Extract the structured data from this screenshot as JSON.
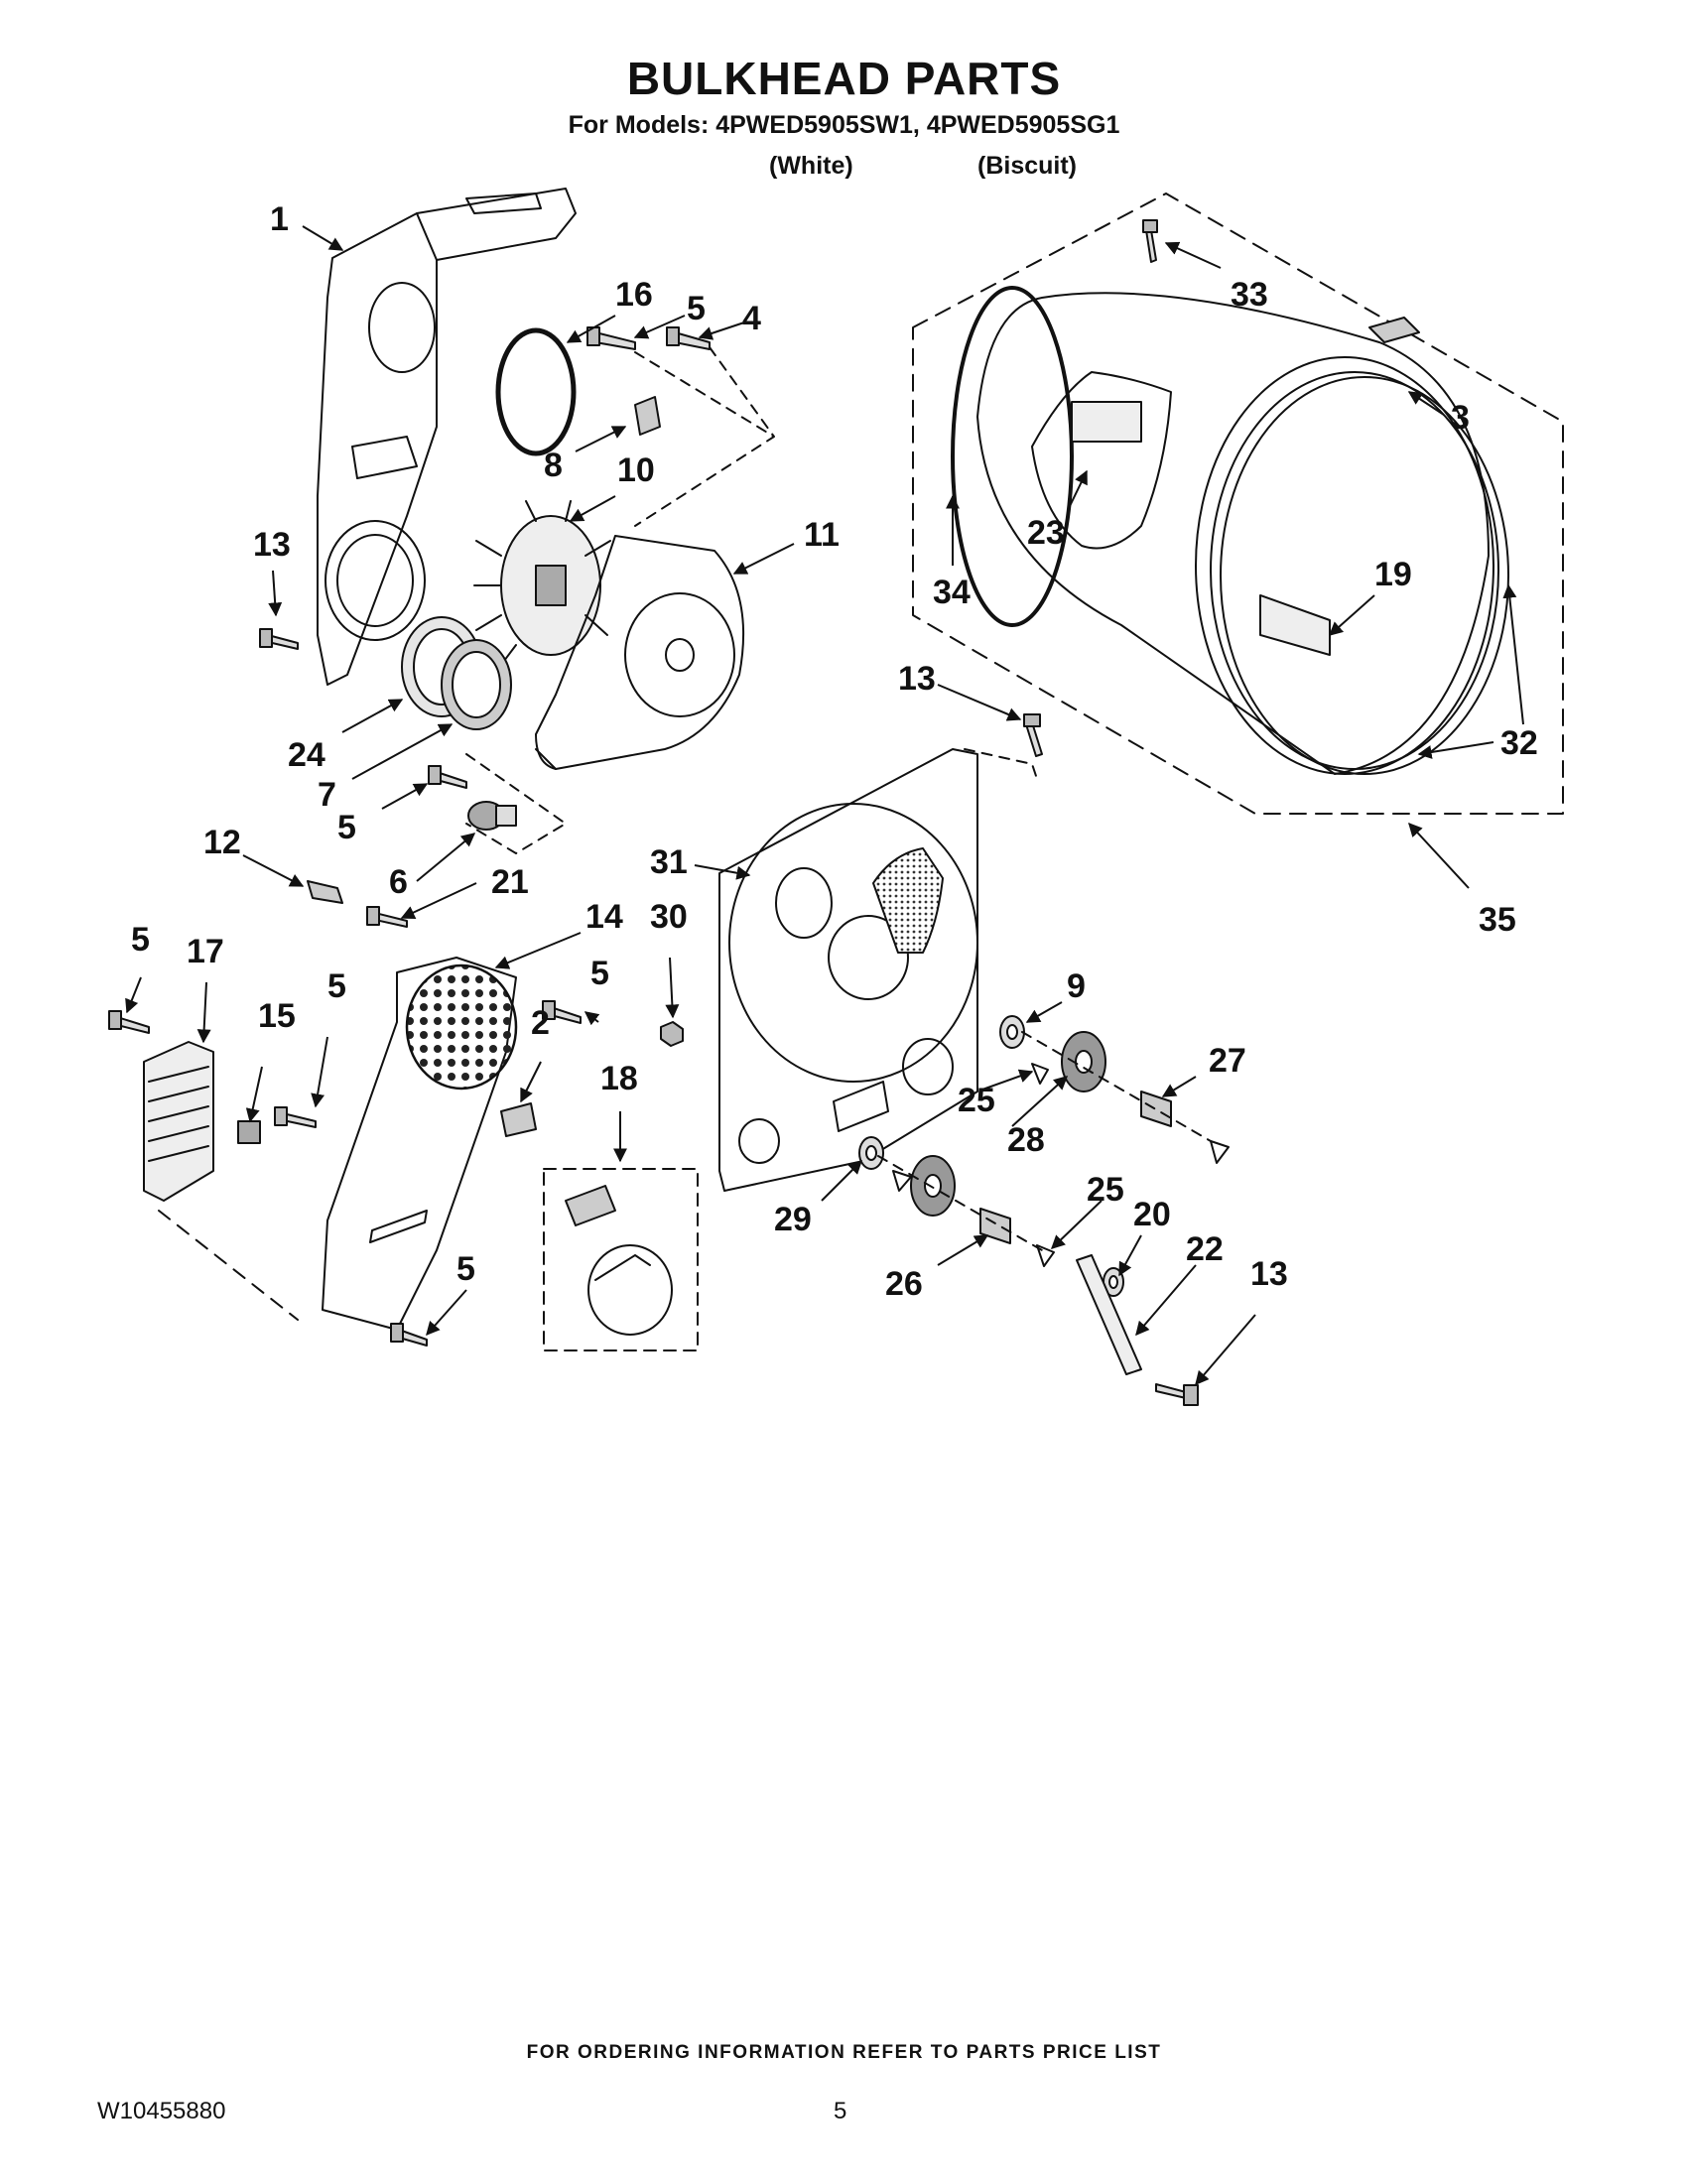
{
  "header": {
    "title": "BULKHEAD PARTS",
    "models_line": "For Models: 4PWED5905SW1, 4PWED5905SG1",
    "variant_white": "(White)",
    "variant_biscuit": "(Biscuit)"
  },
  "callouts": [
    {
      "id": "c1",
      "label": "1"
    },
    {
      "id": "c16",
      "label": "16"
    },
    {
      "id": "c5a",
      "label": "5"
    },
    {
      "id": "c4",
      "label": "4"
    },
    {
      "id": "c8",
      "label": "8"
    },
    {
      "id": "c10",
      "label": "10"
    },
    {
      "id": "c11",
      "label": "11"
    },
    {
      "id": "c13a",
      "label": "13"
    },
    {
      "id": "c24",
      "label": "24"
    },
    {
      "id": "c7",
      "label": "7"
    },
    {
      "id": "c5b",
      "label": "5"
    },
    {
      "id": "c6",
      "label": "6"
    },
    {
      "id": "c12",
      "label": "12"
    },
    {
      "id": "c21",
      "label": "21"
    },
    {
      "id": "c14",
      "label": "14"
    },
    {
      "id": "c5c",
      "label": "5"
    },
    {
      "id": "c17",
      "label": "17"
    },
    {
      "id": "c15",
      "label": "15"
    },
    {
      "id": "c5d",
      "label": "5"
    },
    {
      "id": "c5e",
      "label": "5"
    },
    {
      "id": "c2",
      "label": "2"
    },
    {
      "id": "c18",
      "label": "18"
    },
    {
      "id": "c5f",
      "label": "5"
    },
    {
      "id": "c33",
      "label": "33"
    },
    {
      "id": "c3",
      "label": "3"
    },
    {
      "id": "c23",
      "label": "23"
    },
    {
      "id": "c34",
      "label": "34"
    },
    {
      "id": "c19",
      "label": "19"
    },
    {
      "id": "c32",
      "label": "32"
    },
    {
      "id": "c13b",
      "label": "13"
    },
    {
      "id": "c35",
      "label": "35"
    },
    {
      "id": "c31",
      "label": "31"
    },
    {
      "id": "c30",
      "label": "30"
    },
    {
      "id": "c9",
      "label": "9"
    },
    {
      "id": "c27",
      "label": "27"
    },
    {
      "id": "c25a",
      "label": "25"
    },
    {
      "id": "c28",
      "label": "28"
    },
    {
      "id": "c29",
      "label": "29"
    },
    {
      "id": "c25b",
      "label": "25"
    },
    {
      "id": "c20",
      "label": "20"
    },
    {
      "id": "c22",
      "label": "22"
    },
    {
      "id": "c13c",
      "label": "13"
    },
    {
      "id": "c26",
      "label": "26"
    }
  ],
  "footer": {
    "ordering_note": "FOR ORDERING INFORMATION REFER TO PARTS PRICE LIST",
    "doc_number": "W10455880",
    "page_number": "5"
  }
}
